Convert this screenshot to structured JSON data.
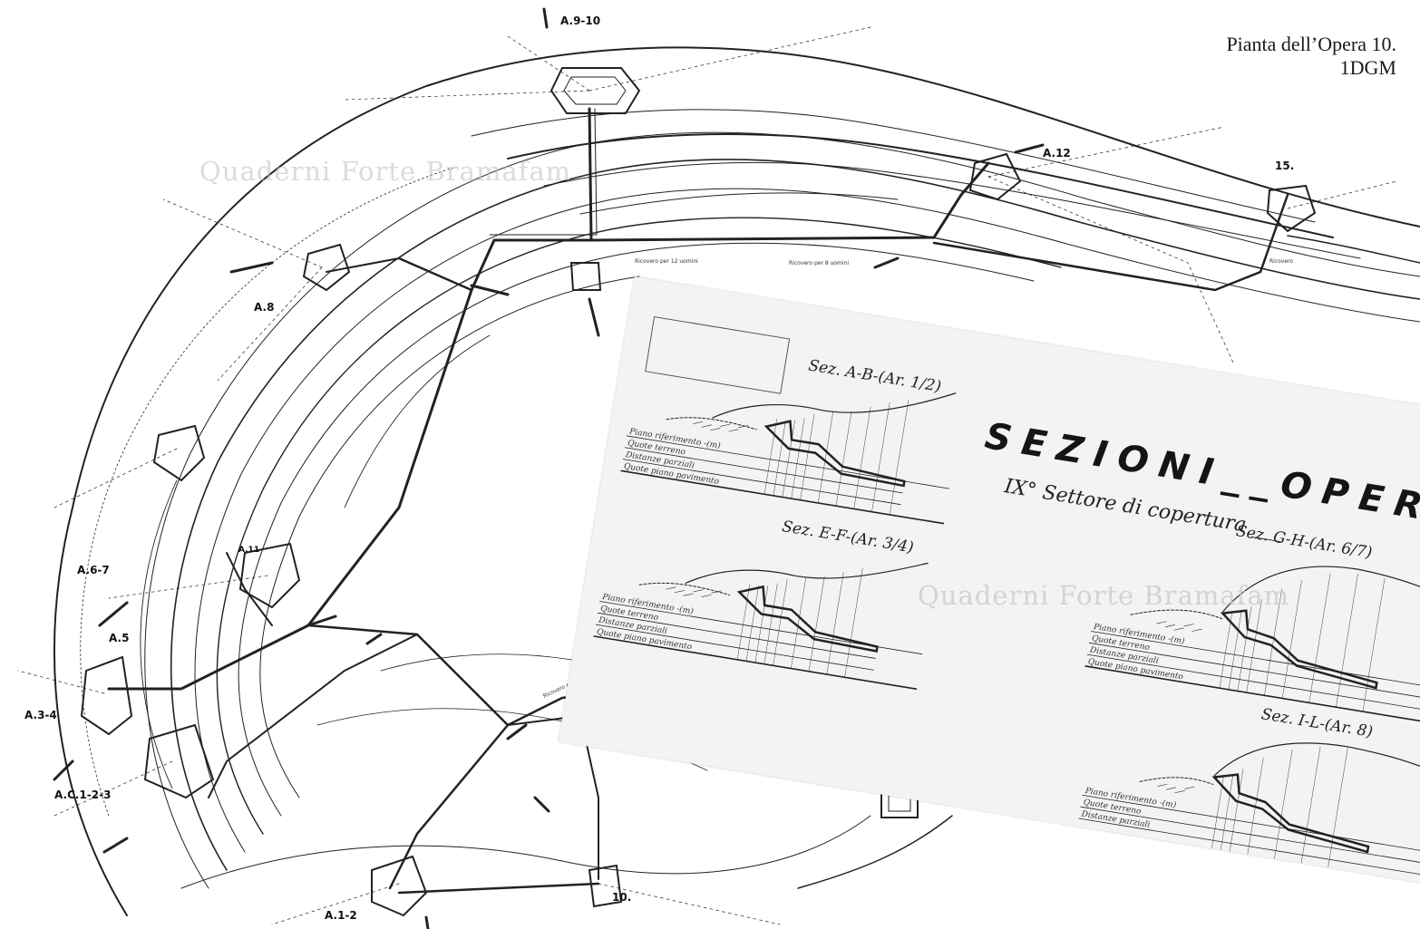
{
  "caption": {
    "line1": "Pianta dell’Opera 10.",
    "line2": "1DGM"
  },
  "watermark": "Quaderni Forte Bramafam",
  "plan_labels": {
    "a910": "A.9-10",
    "a12": "A.12",
    "n15": "15.",
    "a8": "A.8",
    "a67": "A.6-7",
    "a5": "A.5",
    "a34": "A.3-4",
    "ac123": "A.C.1-2-3",
    "a12b": "A.1-2",
    "n10": "10.",
    "a11": "A.11"
  },
  "sheet": {
    "title": "SEZIONI__OPERA GROSSA",
    "subtitle": "IX° Settore di copertura ___",
    "sections": [
      "Sez. A-B-(Ar. 1/2)",
      "Sez. E-F-(Ar. 3/4)",
      "Sez. G-H-(Ar. 6/7)",
      "Sez. I-L-(Ar. 8)"
    ],
    "rows": [
      "Piano riferimento -(m)",
      "Quote terreno",
      "Distanze parziali",
      "Quote piano pavimento"
    ]
  },
  "colors": {
    "ink": "#1a1a1a",
    "sheet": "#f3f3f1",
    "watermark": "#bebebe"
  }
}
